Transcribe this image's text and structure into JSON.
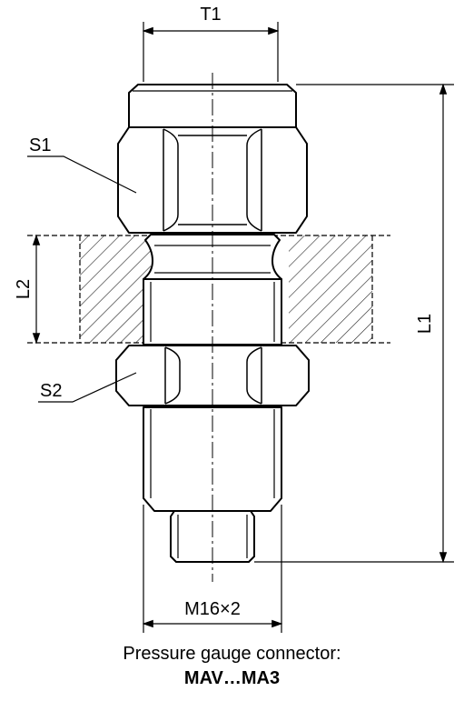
{
  "dimensions": {
    "thread_top": "T1",
    "wrench_top": "S1",
    "clamp_length": "L2",
    "wrench_bottom": "S2",
    "overall_length": "L1",
    "thread_bottom": "M16×2"
  },
  "caption": {
    "line1": "Pressure gauge connector:",
    "line2": "MAV…MA3"
  }
}
